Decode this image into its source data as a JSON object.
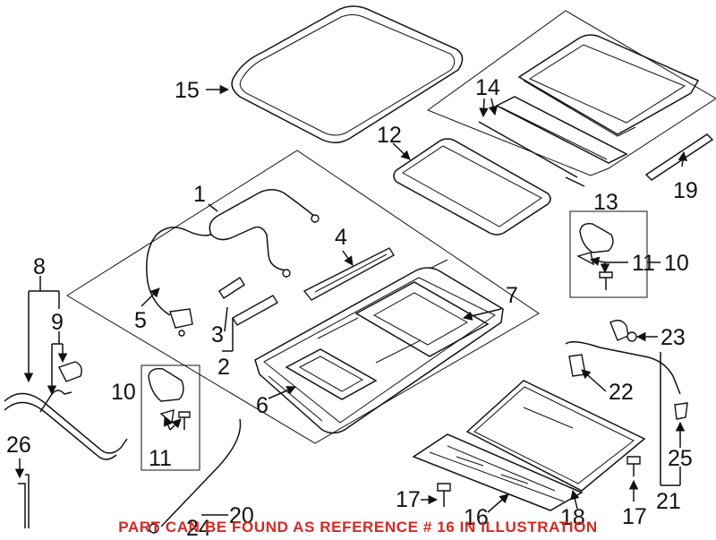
{
  "diagram": {
    "callouts": {
      "c1": "1",
      "c2": "2",
      "c3": "3",
      "c4": "4",
      "c5": "5",
      "c6": "6",
      "c7": "7",
      "c8": "8",
      "c9": "9",
      "c10a": "10",
      "c10b": "10",
      "c11a": "11",
      "c11b": "11",
      "c12": "12",
      "c13": "13",
      "c14": "14",
      "c15": "15",
      "c16": "16",
      "c17a": "17",
      "c17b": "17",
      "c18": "18",
      "c19": "19",
      "c20": "20",
      "c21": "21",
      "c22": "22",
      "c23": "23",
      "c24": "24",
      "c25": "25",
      "c26": "26"
    },
    "note": "PART CAN BE FOUND AS REFERENCE # 16 IN ILLUSTRATION",
    "note_color": "#d42a22"
  }
}
